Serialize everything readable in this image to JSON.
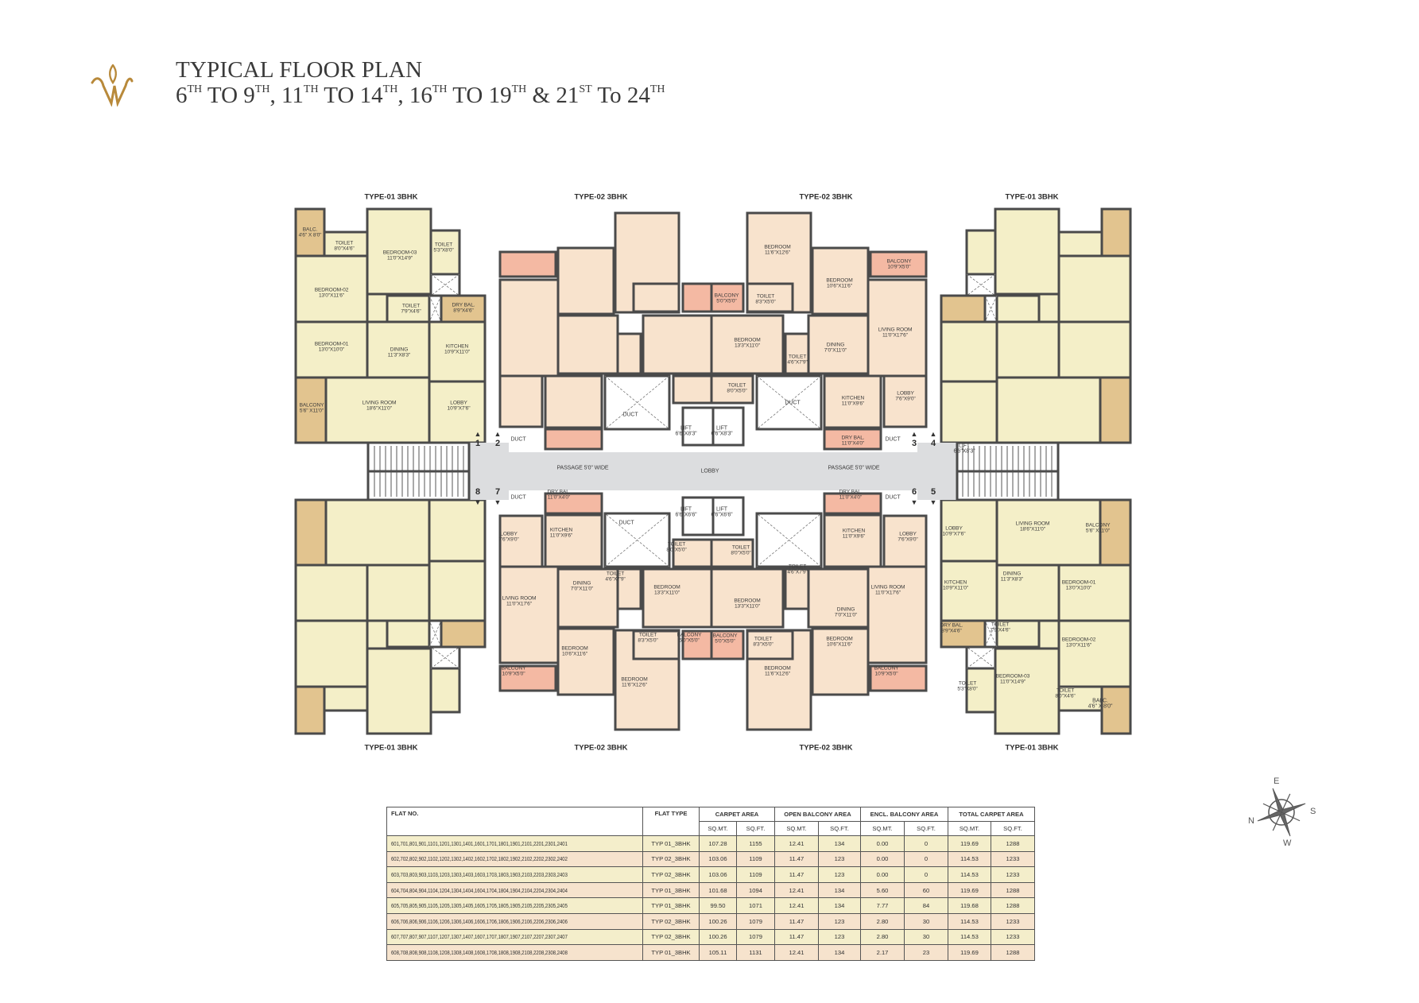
{
  "title": {
    "line1": "TYPICAL FLOOR PLAN",
    "line2": [
      "6",
      "TH",
      " TO 9",
      "TH",
      ", 11",
      "TH",
      " TO 14",
      "TH",
      ", 16",
      "TH",
      " TO 19",
      "TH",
      " & 21",
      "ST",
      " To 24",
      "TH"
    ]
  },
  "colors": {
    "logo_gold": "#b8893a",
    "wall": "#4a4a4a",
    "type01_fill": "#f4efc8",
    "type02_fill": "#f8e3cd",
    "type01_balcony": "#e2c48f",
    "type02_balcony": "#f4b9a3",
    "passage": "#dcdddf"
  },
  "plan": {
    "unit_labels_top": [
      "TYPE-01 3BHK",
      "TYPE-02 3BHK",
      "TYPE-02 3BHK",
      "TYPE-01 3BHK"
    ],
    "unit_labels_bottom": [
      "TYPE-01 3BHK",
      "TYPE-02 3BHK",
      "TYPE-02 3BHK",
      "TYPE-01 3BHK"
    ],
    "door_numbers": [
      "1",
      "2",
      "3",
      "4",
      "5",
      "6",
      "7",
      "8"
    ],
    "rooms": [
      {
        "name": "BALC.",
        "size": "4'6\" X 8'0\""
      },
      {
        "name": "TOILET",
        "size": "8'0\"X4'6\""
      },
      {
        "name": "BEDROOM-03",
        "size": "11'0\"X14'9\""
      },
      {
        "name": "TOILET",
        "size": "5'3\"X8'0\""
      },
      {
        "name": "BEDROOM-02",
        "size": "13'0\"X11'6\""
      },
      {
        "name": "TOILET",
        "size": "7'9\"X4'6\""
      },
      {
        "name": "DRY BAL.",
        "size": "8'9\"X4'6\""
      },
      {
        "name": "BEDROOM-01",
        "size": "13'0\"X10'0\""
      },
      {
        "name": "DINING",
        "size": "11'3\"X8'3\""
      },
      {
        "name": "KITCHEN",
        "size": "10'9\"X11'0\""
      },
      {
        "name": "BALCONY",
        "size": "5'6\" X11'0\""
      },
      {
        "name": "LIVING ROOM",
        "size": "18'6\"X11'0\""
      },
      {
        "name": "LOBBY",
        "size": "10'9\"X7'6\""
      },
      {
        "name": "BEDROOM",
        "size": "11'6\"X12'6\""
      },
      {
        "name": "BEDROOM",
        "size": "10'6\"X11'6\""
      },
      {
        "name": "BALCONY",
        "size": "10'9\"X5'0\""
      },
      {
        "name": "BALCONY",
        "size": "5'0\"X5'0\""
      },
      {
        "name": "TOILET",
        "size": "8'3\"X5'0\""
      },
      {
        "name": "BEDROOM",
        "size": "13'3\"X11'0\""
      },
      {
        "name": "TOILET",
        "size": "4'6\"X7'9\""
      },
      {
        "name": "DINING",
        "size": "7'0\"X11'0\""
      },
      {
        "name": "LIVING ROOM",
        "size": "11'0\"X17'6\""
      },
      {
        "name": "TOILET",
        "size": "8'0\"X5'0\""
      },
      {
        "name": "KITCHEN",
        "size": "11'0\"X9'6\""
      },
      {
        "name": "LOBBY",
        "size": "7'6\"X9'0\""
      },
      {
        "name": "DRY BAL.",
        "size": "11'0\"X4'0\""
      },
      {
        "name": "DRY BAL.",
        "size": "11'0\"X4'0\""
      },
      {
        "name": "LOBBY",
        "size": "7'6\"X9'0\""
      },
      {
        "name": "KITCHEN",
        "size": "11'0\"X9'6\""
      },
      {
        "name": "TOILET",
        "size": "8'0\"X5'0\""
      },
      {
        "name": "TOILET",
        "size": "4'6\"X7'9\""
      },
      {
        "name": "DINING",
        "size": "7'0\"X11'0\""
      },
      {
        "name": "BEDROOM",
        "size": "13'3\"X11'0\""
      },
      {
        "name": "LIVING ROOM",
        "size": "11'0\"X17'6\""
      },
      {
        "name": "TOILET",
        "size": "8'3\"X5'0\""
      },
      {
        "name": "BALCONY",
        "size": "5'0\"X5'0\""
      },
      {
        "name": "BEDROOM",
        "size": "10'6\"X11'6\""
      },
      {
        "name": "BALCONY",
        "size": "10'9\"X5'0\""
      },
      {
        "name": "BEDROOM",
        "size": "11'6\"X12'6\""
      },
      {
        "name": "DRY BAL.",
        "size": "11'0\"X4'0\""
      },
      {
        "name": "KITCHEN",
        "size": "11'0\"X9'6\""
      },
      {
        "name": "LOBBY",
        "size": "7'6\"X9'0\""
      },
      {
        "name": "TOILET",
        "size": "8'0\"X5'0\""
      },
      {
        "name": "TOILET",
        "size": "4'6\"X7'9\""
      },
      {
        "name": "BEDROOM",
        "size": "13'3\"X11'0\""
      },
      {
        "name": "LIVING ROOM",
        "size": "11'0\"X17'6\""
      },
      {
        "name": "DINING",
        "size": "7'0\"X11'0\""
      },
      {
        "name": "BALCONY",
        "size": "5'0\"X5'0\""
      },
      {
        "name": "TOILET",
        "size": "8'3\"X5'0\""
      },
      {
        "name": "BEDROOM",
        "size": "10'6\"X11'6\""
      },
      {
        "name": "BEDROOM",
        "size": "11'6\"X12'6\""
      },
      {
        "name": "BALCONY",
        "size": "10'9\"X5'0\""
      },
      {
        "name": "LOBBY",
        "size": "10'9\"X7'6\""
      },
      {
        "name": "LIVING ROOM",
        "size": "18'6\"X11'0\""
      },
      {
        "name": "BALCONY",
        "size": "5'6\" X11'0\""
      },
      {
        "name": "KITCHEN",
        "size": "10'9\"X11'0\""
      },
      {
        "name": "DINING",
        "size": "11'3\"X8'3\""
      },
      {
        "name": "BEDROOM-01",
        "size": "13'0\"X10'0\""
      },
      {
        "name": "DRY BAL.",
        "size": "8'9\"X4'6\""
      },
      {
        "name": "TOILET",
        "size": "7'9\"X4'6\""
      },
      {
        "name": "BEDROOM-02",
        "size": "13'0\"X11'6\""
      },
      {
        "name": "BEDROOM-03",
        "size": "11'0\"X14'9\""
      },
      {
        "name": "TOILET",
        "size": "5'3\"X8'0\""
      },
      {
        "name": "TOILET",
        "size": "8'0\"X4'6\""
      },
      {
        "name": "BALC.",
        "size": "4'6\" X 8'0\""
      },
      {
        "name": "LIFT",
        "size": "6'6\"X8'3\""
      },
      {
        "name": "LIFT",
        "size": "6'6\"X8'3\""
      },
      {
        "name": "LIFT",
        "size": "6'6\"X6'6\""
      },
      {
        "name": "LIFT",
        "size": "6'6\"X6'6\""
      },
      {
        "name": "LIFT",
        "size": "6'6\"X8'3\""
      },
      {
        "name": "DUCT",
        "size": ""
      },
      {
        "name": "DUCT",
        "size": ""
      },
      {
        "name": "DUCT",
        "size": ""
      },
      {
        "name": "DUCT",
        "size": ""
      },
      {
        "name": "DUCT",
        "size": ""
      },
      {
        "name": "DUCT",
        "size": ""
      },
      {
        "name": "DUCT",
        "size": ""
      },
      {
        "name": "LOBBY",
        "size": ""
      },
      {
        "name": "PASSAGE 5'0\" WIDE",
        "size": ""
      },
      {
        "name": "PASSAGE 5'0\" WIDE",
        "size": ""
      }
    ]
  },
  "compass": {
    "north": "N",
    "south": "S",
    "east": "E",
    "west": "W"
  },
  "table": {
    "flat_no_header": "FLAT NO.",
    "flat_type_header": "FLAT TYPE",
    "groups": [
      "CARPET AREA",
      "OPEN BALCONY AREA",
      "ENCL. BALCONY AREA",
      "TOTAL CARPET AREA"
    ],
    "units": [
      "SQ.MT.",
      "SQ.FT."
    ],
    "rows": [
      {
        "flat_no": "601,701,801,901,1101,1201,1301,1401,1601,1701,1801,1901,2101,2201,2301,2401",
        "flat_type": "TYP 01_3BHK",
        "values": [
          "107.28",
          "1155",
          "12.41",
          "134",
          "0.00",
          "0",
          "119.69",
          "1288"
        ]
      },
      {
        "flat_no": "602,702,802,902,1102,1202,1302,1402,1602,1702,1802,1902,2102,2202,2302,2402",
        "flat_type": "TYP 02_3BHK",
        "values": [
          "103.06",
          "1109",
          "11.47",
          "123",
          "0.00",
          "0",
          "114.53",
          "1233"
        ]
      },
      {
        "flat_no": "603,703,803,903,1103,1203,1303,1403,1603,1703,1803,1903,2103,2203,2303,2403",
        "flat_type": "TYP 02_3BHK",
        "values": [
          "103.06",
          "1109",
          "11.47",
          "123",
          "0.00",
          "0",
          "114.53",
          "1233"
        ]
      },
      {
        "flat_no": "604,704,804,904,1104,1204,1304,1404,1604,1704,1804,1904,2104,2204,2304,2404",
        "flat_type": "TYP 01_3BHK",
        "values": [
          "101.68",
          "1094",
          "12.41",
          "134",
          "5.60",
          "60",
          "119.69",
          "1288"
        ]
      },
      {
        "flat_no": "605,705,805,905,1105,1205,1305,1405,1605,1705,1805,1905,2105,2205,2305,2405",
        "flat_type": "TYP 01_3BHK",
        "values": [
          "99.50",
          "1071",
          "12.41",
          "134",
          "7.77",
          "84",
          "119.68",
          "1288"
        ]
      },
      {
        "flat_no": "606,706,806,906,1106,1206,1306,1406,1606,1706,1806,1906,2106,2206,2306,2406",
        "flat_type": "TYP 02_3BHK",
        "values": [
          "100.26",
          "1079",
          "11.47",
          "123",
          "2.80",
          "30",
          "114.53",
          "1233"
        ]
      },
      {
        "flat_no": "607,707,807,907,1107,1207,1307,1407,1607,1707,1807,1907,2107,2207,2307,2407",
        "flat_type": "TYP 02_3BHK",
        "values": [
          "100.26",
          "1079",
          "11.47",
          "123",
          "2.80",
          "30",
          "114.53",
          "1233"
        ]
      },
      {
        "flat_no": "608,708,808,908,1108,1208,1308,1408,1608,1708,1808,1908,2108,2208,2308,2408",
        "flat_type": "TYP 01_3BHK",
        "values": [
          "105.11",
          "1131",
          "12.41",
          "134",
          "2.17",
          "23",
          "119.69",
          "1288"
        ]
      }
    ]
  }
}
